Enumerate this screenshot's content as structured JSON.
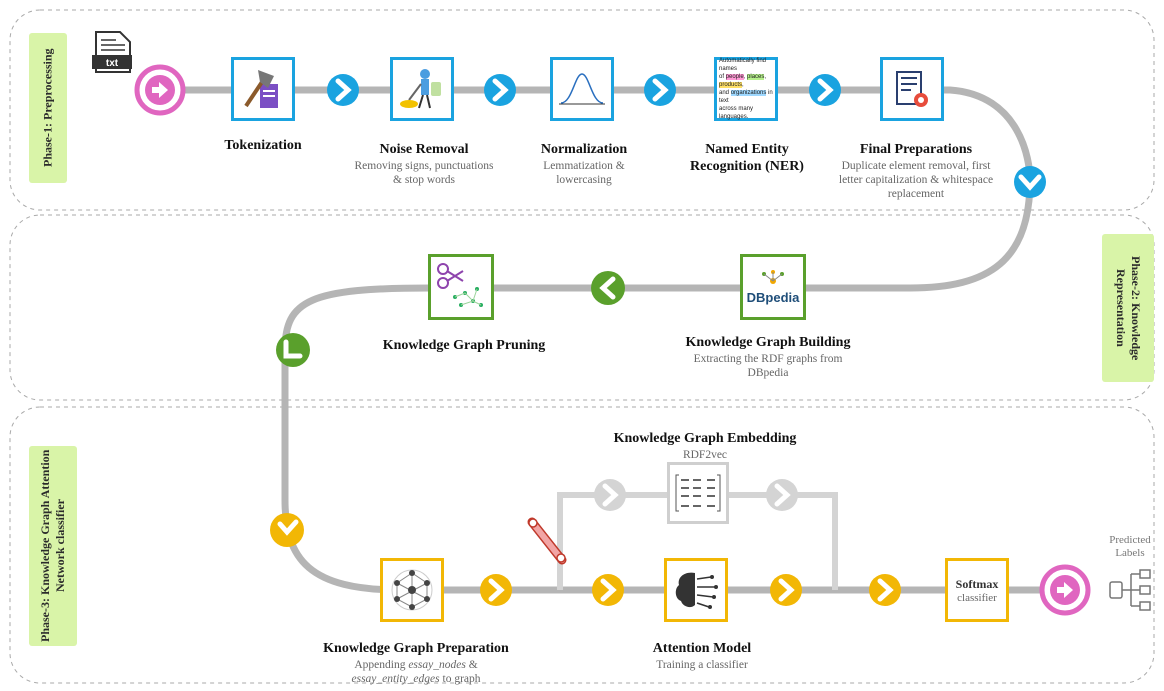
{
  "phases": {
    "phase1": "Phase-1: Preprocessing",
    "phase2": "Phase-2: Knowledge Representation",
    "phase3": "Phase-3: Knowledge Graph Attention Network classifier"
  },
  "input_file": "txt",
  "steps": {
    "tokenization": {
      "title": "Tokenization"
    },
    "noise_removal": {
      "title": "Noise Removal",
      "subtitle": "Removing signs, punctuations & stop words"
    },
    "normalization": {
      "title": "Normalization",
      "subtitle": "Lemmatization & lowercasing"
    },
    "ner": {
      "title": "Named Entity Recognition (NER)",
      "sample": [
        "Automatically find names",
        "of ",
        "people",
        ", ",
        "places",
        ", ",
        "products",
        ",",
        "and ",
        "organizations",
        " in text",
        "across many languages."
      ]
    },
    "final": {
      "title": "Final Preparations",
      "subtitle": "Duplicate element removal, first letter capitalization & whitespace replacement"
    },
    "kg_building": {
      "title": "Knowledge Graph Building",
      "subtitle": "Extracting the RDF graphs from DBpedia",
      "logo": "DBpedia"
    },
    "kg_pruning": {
      "title": "Knowledge Graph Pruning"
    },
    "kg_embedding": {
      "title": "Knowledge Graph Embedding",
      "subtitle": "RDF2vec"
    },
    "kg_preparation": {
      "title": "Knowledge Graph Preparation",
      "subtitle_prefix": "Appending",
      "subtitle_em1": "essay_nodes",
      "subtitle_mid": "&",
      "subtitle_em2": "essay_entity_edges",
      "subtitle_suffix": "to graph"
    },
    "attention": {
      "title": "Attention Model",
      "subtitle": "Training a classifier"
    },
    "softmax": {
      "title": "Softmax",
      "subtitle": "classifier"
    }
  },
  "output": {
    "label": "Predicted Labels"
  },
  "colors": {
    "phase1": "#1aa3e0",
    "phase2": "#5aa02c",
    "phase3": "#f2b705",
    "start_end": "#e066c0",
    "track": "#b5b5b5",
    "phase_bg": "#d9f4a8"
  }
}
